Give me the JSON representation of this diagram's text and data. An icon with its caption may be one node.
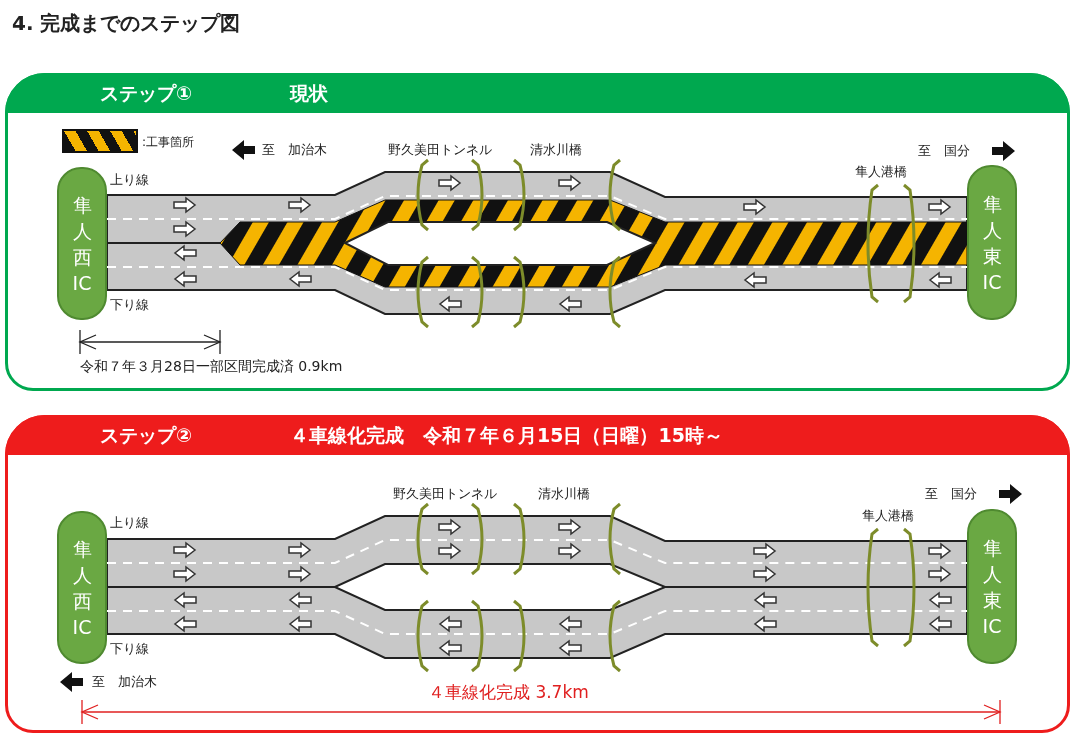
{
  "diagram": {
    "title": "4. 完成までのステップ図",
    "nodes": [
      {
        "text": [
          "ステップ①",
          "現状"
        ]
      },
      {
        "text": [
          "隼人西IC"
        ],
        "in": 0
      },
      {
        "text": [
          "隼人東IC"
        ],
        "in": 0
      },
      {
        "text": [
          "ステップ②",
          "４車線化完成　令和７年６月15日（日曜）15時～"
        ]
      },
      {
        "text": [
          "隼人西IC"
        ],
        "in": 3
      },
      {
        "text": [
          "隼人東IC"
        ],
        "in": 3
      }
    ],
    "labels": [
      "至　加治木",
      "野久美田トンネル",
      "清水川橋",
      "至　国分",
      "隼人港橋",
      "上り線",
      "下り線",
      "令和７年３月28日一部区間完成済 0.9km",
      "野久美田トンネル",
      "清水川橋",
      "至　国分",
      "隼人港橋",
      "上り線",
      "下り線",
      "至　加治木",
      "４車線化完成 3.7km"
    ],
    "legend": [
      {
        "text": ":工事箇所"
      }
    ]
  }
}
